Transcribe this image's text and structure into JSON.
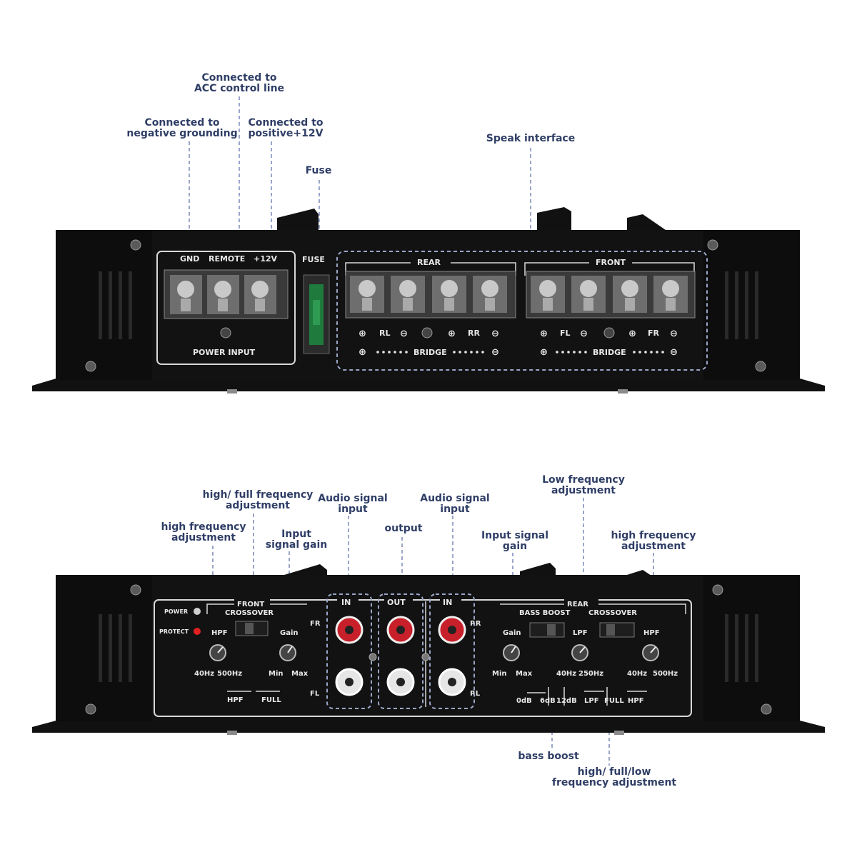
{
  "top": {
    "callouts": {
      "acc": [
        "Connected to",
        "ACC control line"
      ],
      "gnd": [
        "Connected to",
        "negative grounding"
      ],
      "pos": [
        "Connected to",
        "positive+12V"
      ],
      "fuse": [
        "Fuse"
      ],
      "speak": [
        "Speak interface"
      ]
    },
    "panel": {
      "gnd": "GND",
      "remote": "REMOTE",
      "plus12": "+12V",
      "power_input": "POWER INPUT",
      "fuse": "FUSE",
      "rear": "REAR",
      "front": "FRONT",
      "rl": "RL",
      "rr": "RR",
      "fl": "FL",
      "fr": "FR",
      "bridge": "BRIDGE",
      "plus": "⊕",
      "minus": "⊖"
    }
  },
  "bottom": {
    "callouts": {
      "hf_full": [
        "high/ full frequency",
        "adjustment"
      ],
      "hf_left": [
        "high frequency",
        "adjustment"
      ],
      "input_gain_left": [
        "Input",
        "signal gain"
      ],
      "audio_in_left": [
        "Audio signal",
        "input"
      ],
      "output": [
        "output"
      ],
      "audio_in_right": [
        "Audio signal",
        "input"
      ],
      "low_freq": [
        "Low frequency",
        "adjustment"
      ],
      "input_gain_right": [
        "Input signal",
        "gain"
      ],
      "hf_right": [
        "high frequency",
        "adjustment"
      ],
      "bass_boost": [
        "bass boost"
      ],
      "hfl": [
        "high/ full/low",
        "frequency adjustment"
      ]
    },
    "panel": {
      "power": "POWER",
      "protect": "PROTECT",
      "front": "FRONT",
      "crossover": "CROSSOVER",
      "hpf": "HPF",
      "full": "FULL",
      "hz40": "40Hz",
      "hz500": "500Hz",
      "hz250": "250Hz",
      "gain": "Gain",
      "min": "Min",
      "max": "Max",
      "in": "IN",
      "out": "OUT",
      "fr": "FR",
      "fl": "FL",
      "rr": "RR",
      "rl": "RL",
      "rear": "REAR",
      "bass_boost": "BASS BOOST",
      "lpf": "LPF",
      "db0": "0dB",
      "db6": "6dB",
      "db12": "12dB"
    }
  },
  "colors": {
    "chassis": "#111111",
    "panel_line": "#d8d8d8",
    "callout_text": "#2f3e66",
    "dashed_line": "#9aa6c8",
    "rca_red": "#c8202a",
    "rca_white": "#e6e6e6",
    "fuse_green": "#1f7a3d",
    "led_red": "#e02020"
  }
}
